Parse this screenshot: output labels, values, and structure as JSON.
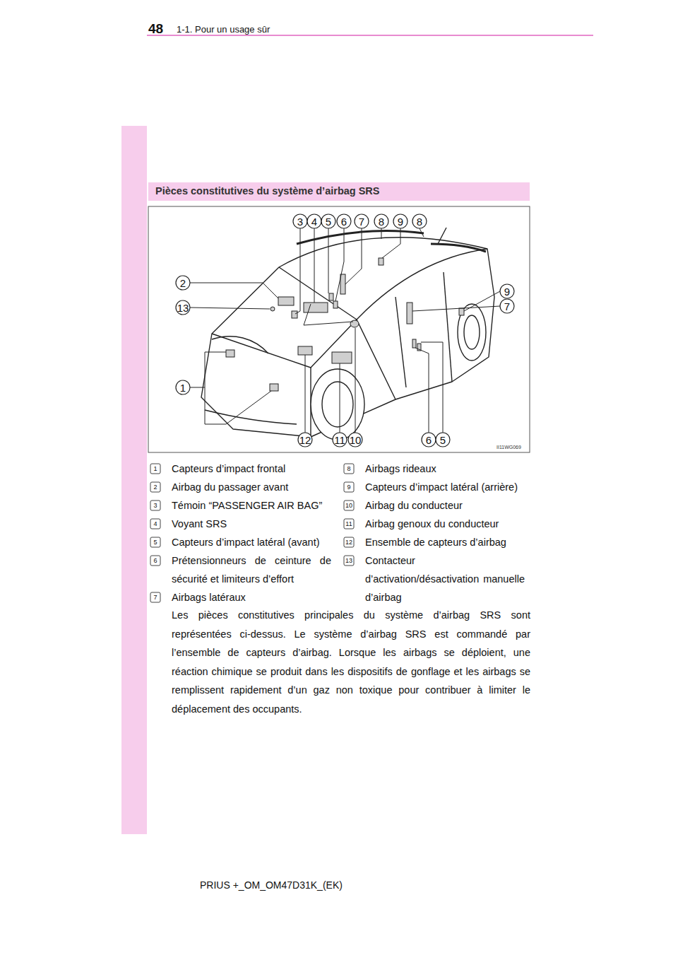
{
  "diagram": {
    "title": "Pièces constitutives du système d’airbag SRS",
    "labels": [
      "48",
      "1-1. Pour un usage sûr",
      "3",
      "4",
      "5",
      "6",
      "7",
      "8",
      "9",
      "8",
      "2",
      "13",
      "1",
      "9",
      "7",
      "12",
      "11",
      "10",
      "6",
      "5",
      "II11WG069",
      "1",
      "Capteurs d’impact frontal",
      "2",
      "Airbag du passager avant",
      "3",
      "Témoin “PASSENGER AIR BAG”",
      "4",
      "Voyant SRS",
      "5",
      "Capteurs d’impact latéral (avant)",
      "6",
      "Prétensionneurs de ceinture de sécurité et limiteurs d’effort",
      "7",
      "Airbags latéraux",
      "8",
      "Airbags rideaux",
      "9",
      "Capteurs d’impact latéral (arrière)",
      "10",
      "Airbag du conducteur",
      "11",
      "Airbag genoux du conducteur",
      "12",
      "Ensemble de capteurs d’airbag",
      "13",
      "Contacteur d’activation/désactivation manuelle d’airbag",
      "Les pièces constitutives principales du système d’airbag SRS sont représentées ci-dessus. Le système d’airbag SRS est commandé par l’ensemble de capteurs d’airbag. Lorsque les airbags se déploient, une réaction chimique se produit dans les dispositifs de gonflage et les airbags se remplissent rapidement d’un gaz non toxique pour contribuer à limiter le déplacement des occupants.",
      "PRIUS +_OM_OM47D31K_(EK)"
    ]
  }
}
